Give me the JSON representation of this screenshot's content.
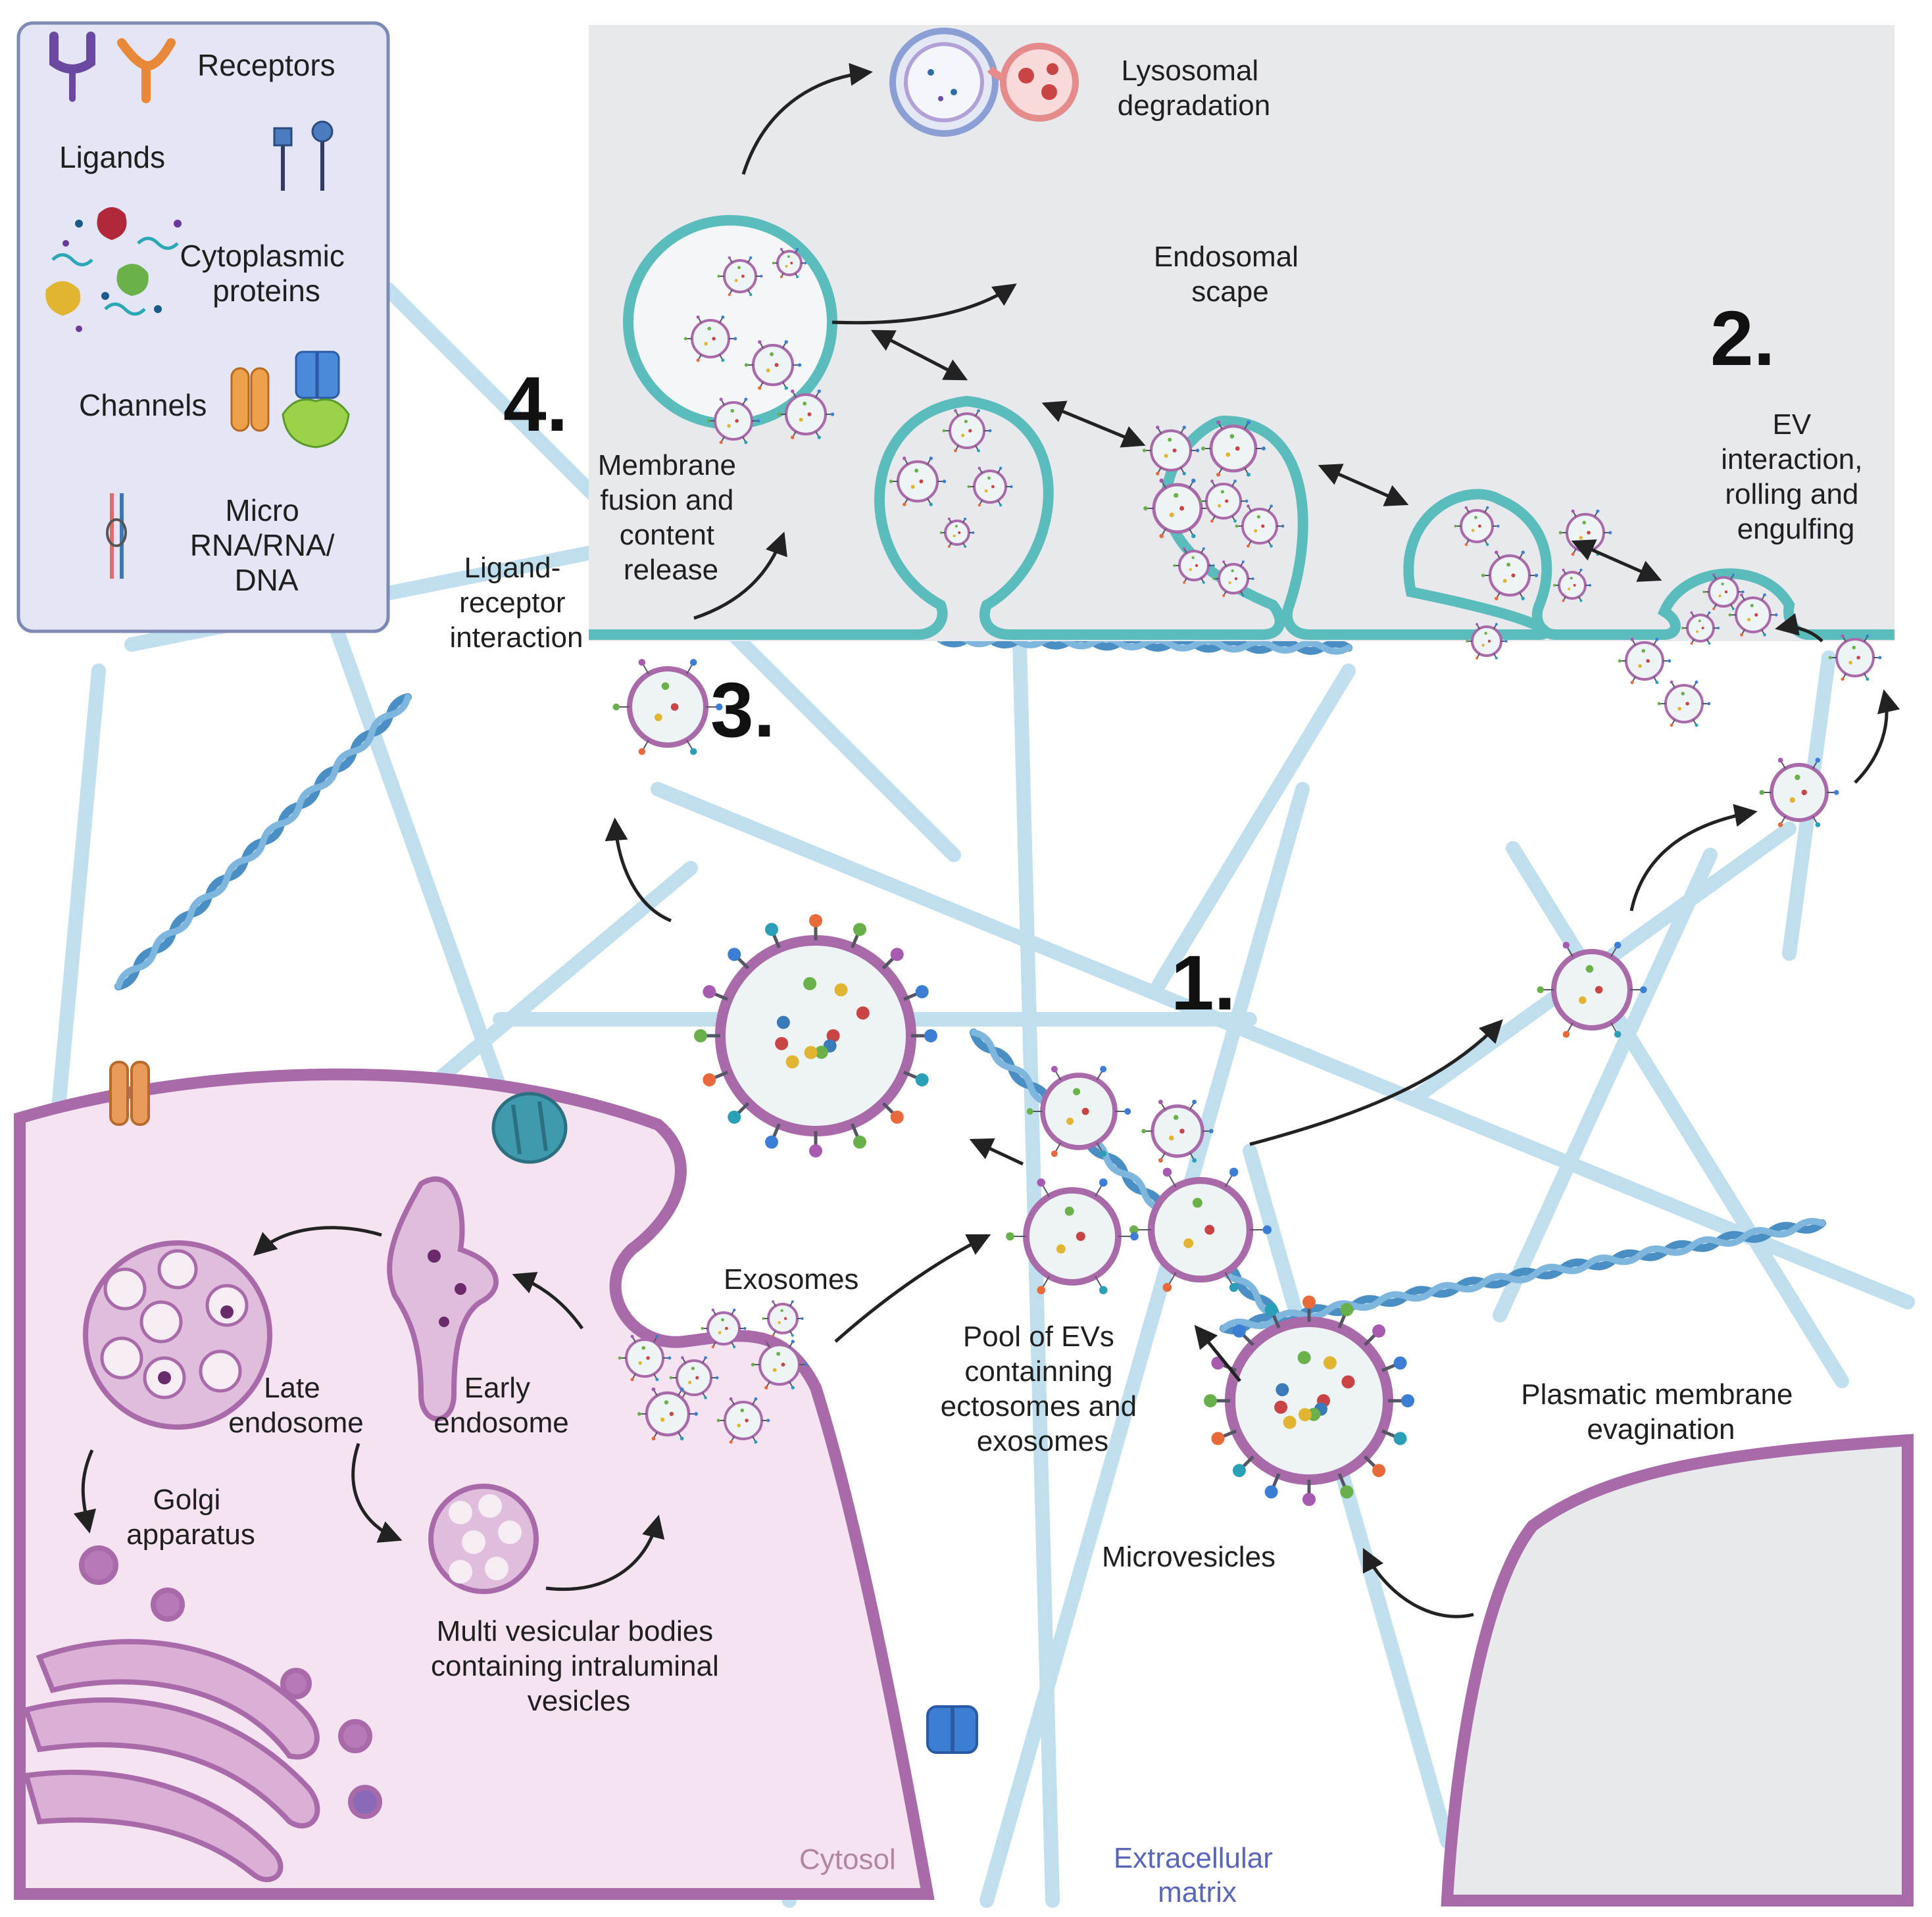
{
  "legend": {
    "receptors": "Receptors",
    "ligands": "Ligands",
    "cytoplasmic": [
      "Cytoplasmic",
      "proteins"
    ],
    "channels": "Channels",
    "nucleic": [
      "Micro",
      "RNA/RNA/",
      "DNA"
    ]
  },
  "steps": {
    "one": "1.",
    "two": "2.",
    "three": "3.",
    "four": "4."
  },
  "labels": {
    "lysosomal": [
      "Lysosomal",
      "degradation"
    ],
    "endosomal_scape": [
      "Endosomal",
      "scape"
    ],
    "ev_interaction": [
      "EV",
      "interaction,",
      "rolling and",
      "engulfing"
    ],
    "membrane_fusion": [
      "Membrane",
      "fusion and",
      "content",
      "release"
    ],
    "ligand_receptor": [
      "Ligand-",
      "receptor",
      "interaction"
    ],
    "exosomes": "Exosomes",
    "pool_evs": [
      "Pool of EVs",
      "containning",
      "ectosomes and",
      "exosomes"
    ],
    "late_endosome": [
      "Late",
      "endosome"
    ],
    "early_endosome": [
      "Early",
      "endosome"
    ],
    "golgi": [
      "Golgi",
      "apparatus"
    ],
    "mvb": [
      "Multi vesicular bodies",
      "containing intraluminal",
      "vesicles"
    ],
    "plasmatic": [
      "Plasmatic membrane",
      "evagination"
    ],
    "microvesicles": "Microvesicles",
    "cytosol": "Cytosol",
    "ecm": [
      "Extracellular",
      "matrix"
    ]
  },
  "colors": {
    "target_cell_bg": "#e8e9ec",
    "target_membrane": "#5bbcbc",
    "donor_cell_bg": "#f5e3f1",
    "donor_membrane": "#a86aa8",
    "ev_fill": "#eef3f6",
    "ev_membrane": "#a86aa8",
    "ecm_fiber": "#b5d9ec",
    "collagen": "#4a8fc4",
    "legend_bg": "#e4e6f6",
    "legend_border": "#7c8ab4",
    "cytosol_text": "#b0879c",
    "ecm_text": "#5a66b8"
  }
}
